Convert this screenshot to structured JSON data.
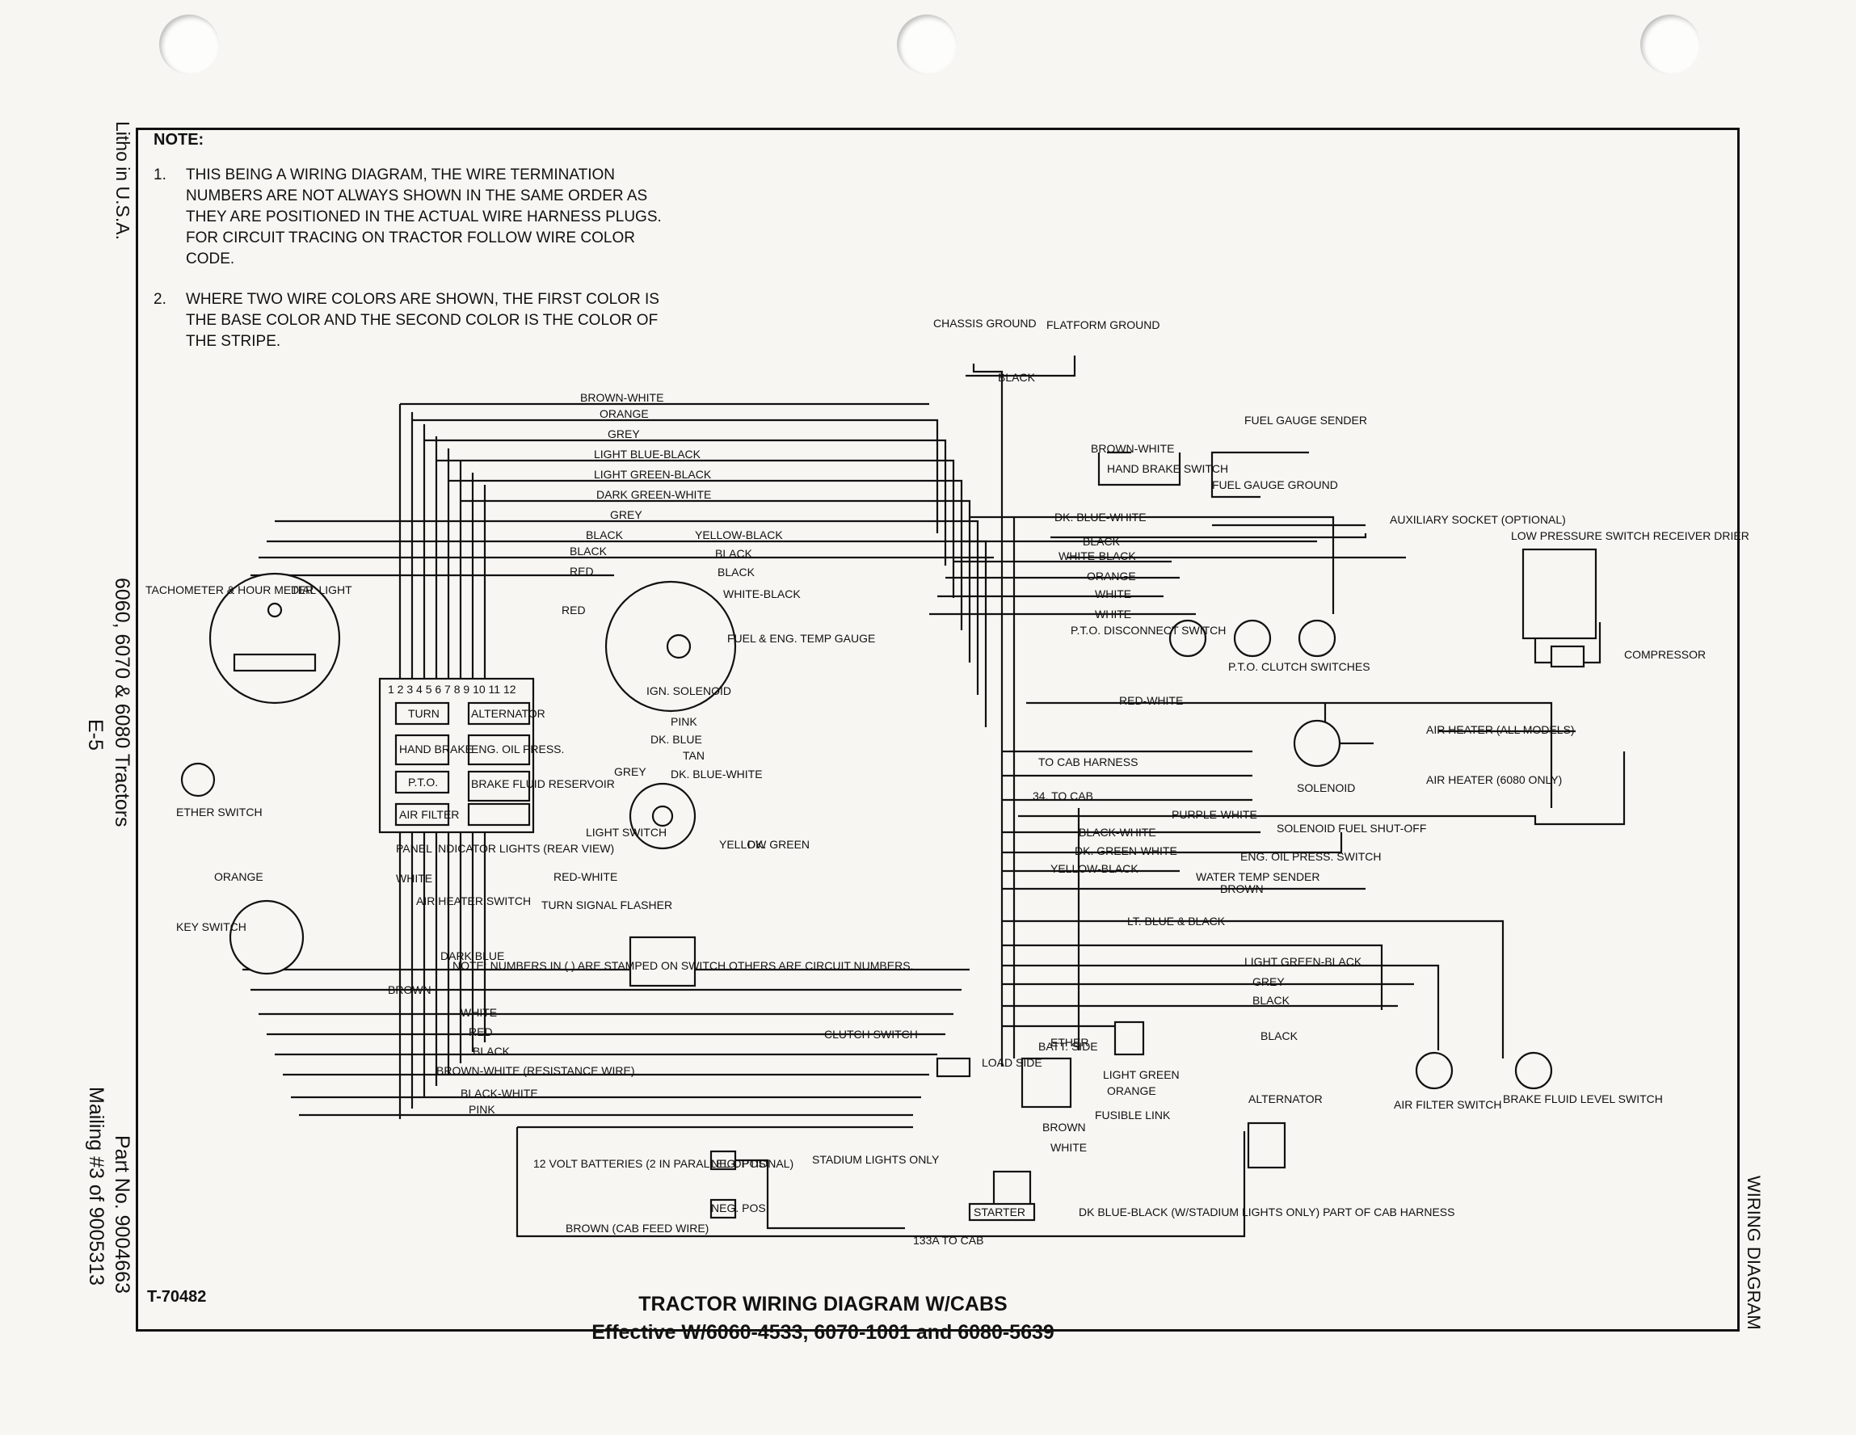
{
  "note": {
    "heading": "NOTE:",
    "items": [
      {
        "num": "1.",
        "text": "THIS BEING A WIRING DIAGRAM, THE WIRE TERMINATION NUMBERS ARE NOT ALWAYS SHOWN IN THE SAME ORDER AS THEY ARE POSITIONED IN THE ACTUAL WIRE HARNESS PLUGS. FOR CIRCUIT TRACING ON TRACTOR FOLLOW WIRE COLOR CODE."
      },
      {
        "num": "2.",
        "text": "WHERE TWO WIRE COLORS ARE SHOWN, THE FIRST COLOR IS THE BASE COLOR AND THE SECOND COLOR IS THE COLOR OF THE STRIPE."
      }
    ]
  },
  "side": {
    "litho": "Litho in U.S.A.",
    "models": "6060, 6070 & 6080 Tractors",
    "section": "E-5",
    "part": "Part No. 9004663",
    "mailing": "Mailing #3 of 9005313",
    "right": "WIRING DIAGRAM"
  },
  "footer": {
    "code": "T-70482",
    "title": "TRACTOR WIRING DIAGRAM W/CABS",
    "effective": "Effective W/6060-4533, 6070-1001 and 6080-5639"
  },
  "labels": {
    "chassis_ground": "CHASSIS GROUND",
    "platform_ground": "FLATFORM GROUND",
    "black_top": "BLACK",
    "hand_brake_switch": "HAND BRAKE SWITCH",
    "fuel_gauge_sender": "FUEL GAUGE SENDER",
    "fuel_gauge_ground": "FUEL GAUGE GROUND",
    "aux_socket": "AUXILIARY SOCKET (OPTIONAL)",
    "low_pressure": "LOW PRESSURE SWITCH RECEIVER DRIER",
    "compressor": "COMPRESSOR",
    "tachometer": "TACHOMETER & HOUR METER",
    "dial_light": "DIAL LIGHT",
    "ether_switch": "ETHER SWITCH",
    "key_switch": "KEY SWITCH",
    "fuel_temp_gauge": "FUEL & ENG. TEMP GAUGE",
    "ign_solenoid": "IGN. SOLENOID",
    "light_switch": "LIGHT SWITCH",
    "panel_lights": "PANEL INDICATOR LIGHTS (REAR VIEW)",
    "air_heater_switch": "AIR HEATER SWITCH",
    "turn_flasher": "TURN SIGNAL FLASHER",
    "numbers_note": "NOTE: NUMBERS IN ( ) ARE STAMPED ON SWITCH OTHERS ARE CIRCUIT NUMBERS.",
    "clutch_switch": "CLUTCH SWITCH",
    "pto_disconnect": "P.T.O. DISCONNECT SWITCH",
    "pto_clutch": "P.T.O. CLUTCH SWITCHES",
    "to_cab_harness": "TO CAB HARNESS",
    "to_cab": "34. TO CAB",
    "air_heater_all": "AIR HEATER (ALL MODELS)",
    "air_heater_6080": "AIR HEATER (6080 ONLY)",
    "solenoid": "SOLENOID",
    "fuel_shutoff": "SOLENOID FUEL SHUT-OFF",
    "eng_oil_switch": "ENG. OIL PRESS. SWITCH",
    "water_temp": "WATER TEMP SENDER",
    "load_side": "LOAD SIDE",
    "batt_side": "BATT. SIDE",
    "fusible_link": "FUSIBLE LINK",
    "ether": "ETHER",
    "alternator": "ALTERNATOR",
    "air_filter_switch": "AIR FILTER SWITCH",
    "brake_fluid_switch": "BRAKE FLUID LEVEL SWITCH",
    "batteries": "12 VOLT BATTERIES (2 IN PARALLEL OPTIONAL)",
    "neg_pos_1": "NEG. POS",
    "neg_pos_2": "NEG. POS.",
    "stadium": "STADIUM LIGHTS ONLY",
    "starter": "STARTER",
    "stadium_wire": "DK BLUE-BLACK (W/STADIUM LIGHTS ONLY) PART OF CAB HARNESS",
    "to_cab_133a": "133A TO CAB",
    "brown_cab_feed": "BROWN (CAB FEED WIRE)"
  },
  "panel": {
    "numbers": "1 2 3 4 5 6 7 8 9 10 11 12",
    "lamps": [
      "TURN",
      "ALTERNATOR",
      "HAND BRAKE",
      "ENG. OIL PRESS.",
      "P.T.O.",
      "BRAKE FLUID RESERVOIR",
      "AIR FILTER",
      ""
    ]
  },
  "wire_colors": {
    "top_bundle": [
      "BROWN-WHITE",
      "ORANGE",
      "GREY",
      "LIGHT BLUE-BLACK",
      "LIGHT GREEN-BLACK",
      "DARK GREEN-WHITE",
      "GREY",
      "BLACK",
      "BLACK",
      "RED"
    ],
    "bottom_bundle": [
      "DARK BLUE",
      "BROWN",
      "WHITE",
      "RED",
      "BLACK",
      "BROWN-WHITE (RESISTANCE WIRE)",
      "BLACK-WHITE",
      "PINK"
    ],
    "right_side": [
      "DK. BLUE-WHITE",
      "BLACK",
      "WHITE-BLACK",
      "ORANGE",
      "WHITE",
      "WHITE",
      "RED-WHITE",
      "PURPLE-WHITE",
      "BLACK-WHITE",
      "DK. GREEN-WHITE",
      "YELLOW-BLACK",
      "BROWN",
      "LT. BLUE & BLACK",
      "LIGHT GREEN-BLACK",
      "GREY",
      "BLACK",
      "BLACK",
      "LIGHT GREEN",
      "ORANGE",
      "BROWN",
      "WHITE"
    ],
    "misc": [
      "YELLOW-BLACK",
      "BLACK",
      "BLACK",
      "WHITE-BLACK",
      "PINK",
      "DK. BLUE",
      "TAN",
      "DK. BLUE-WHITE",
      "RED-WHITE",
      "WHITE",
      "RED",
      "ORANGE",
      "YELLOW",
      "DK. GREEN",
      "GREY",
      "BROWN-WHITE"
    ]
  }
}
